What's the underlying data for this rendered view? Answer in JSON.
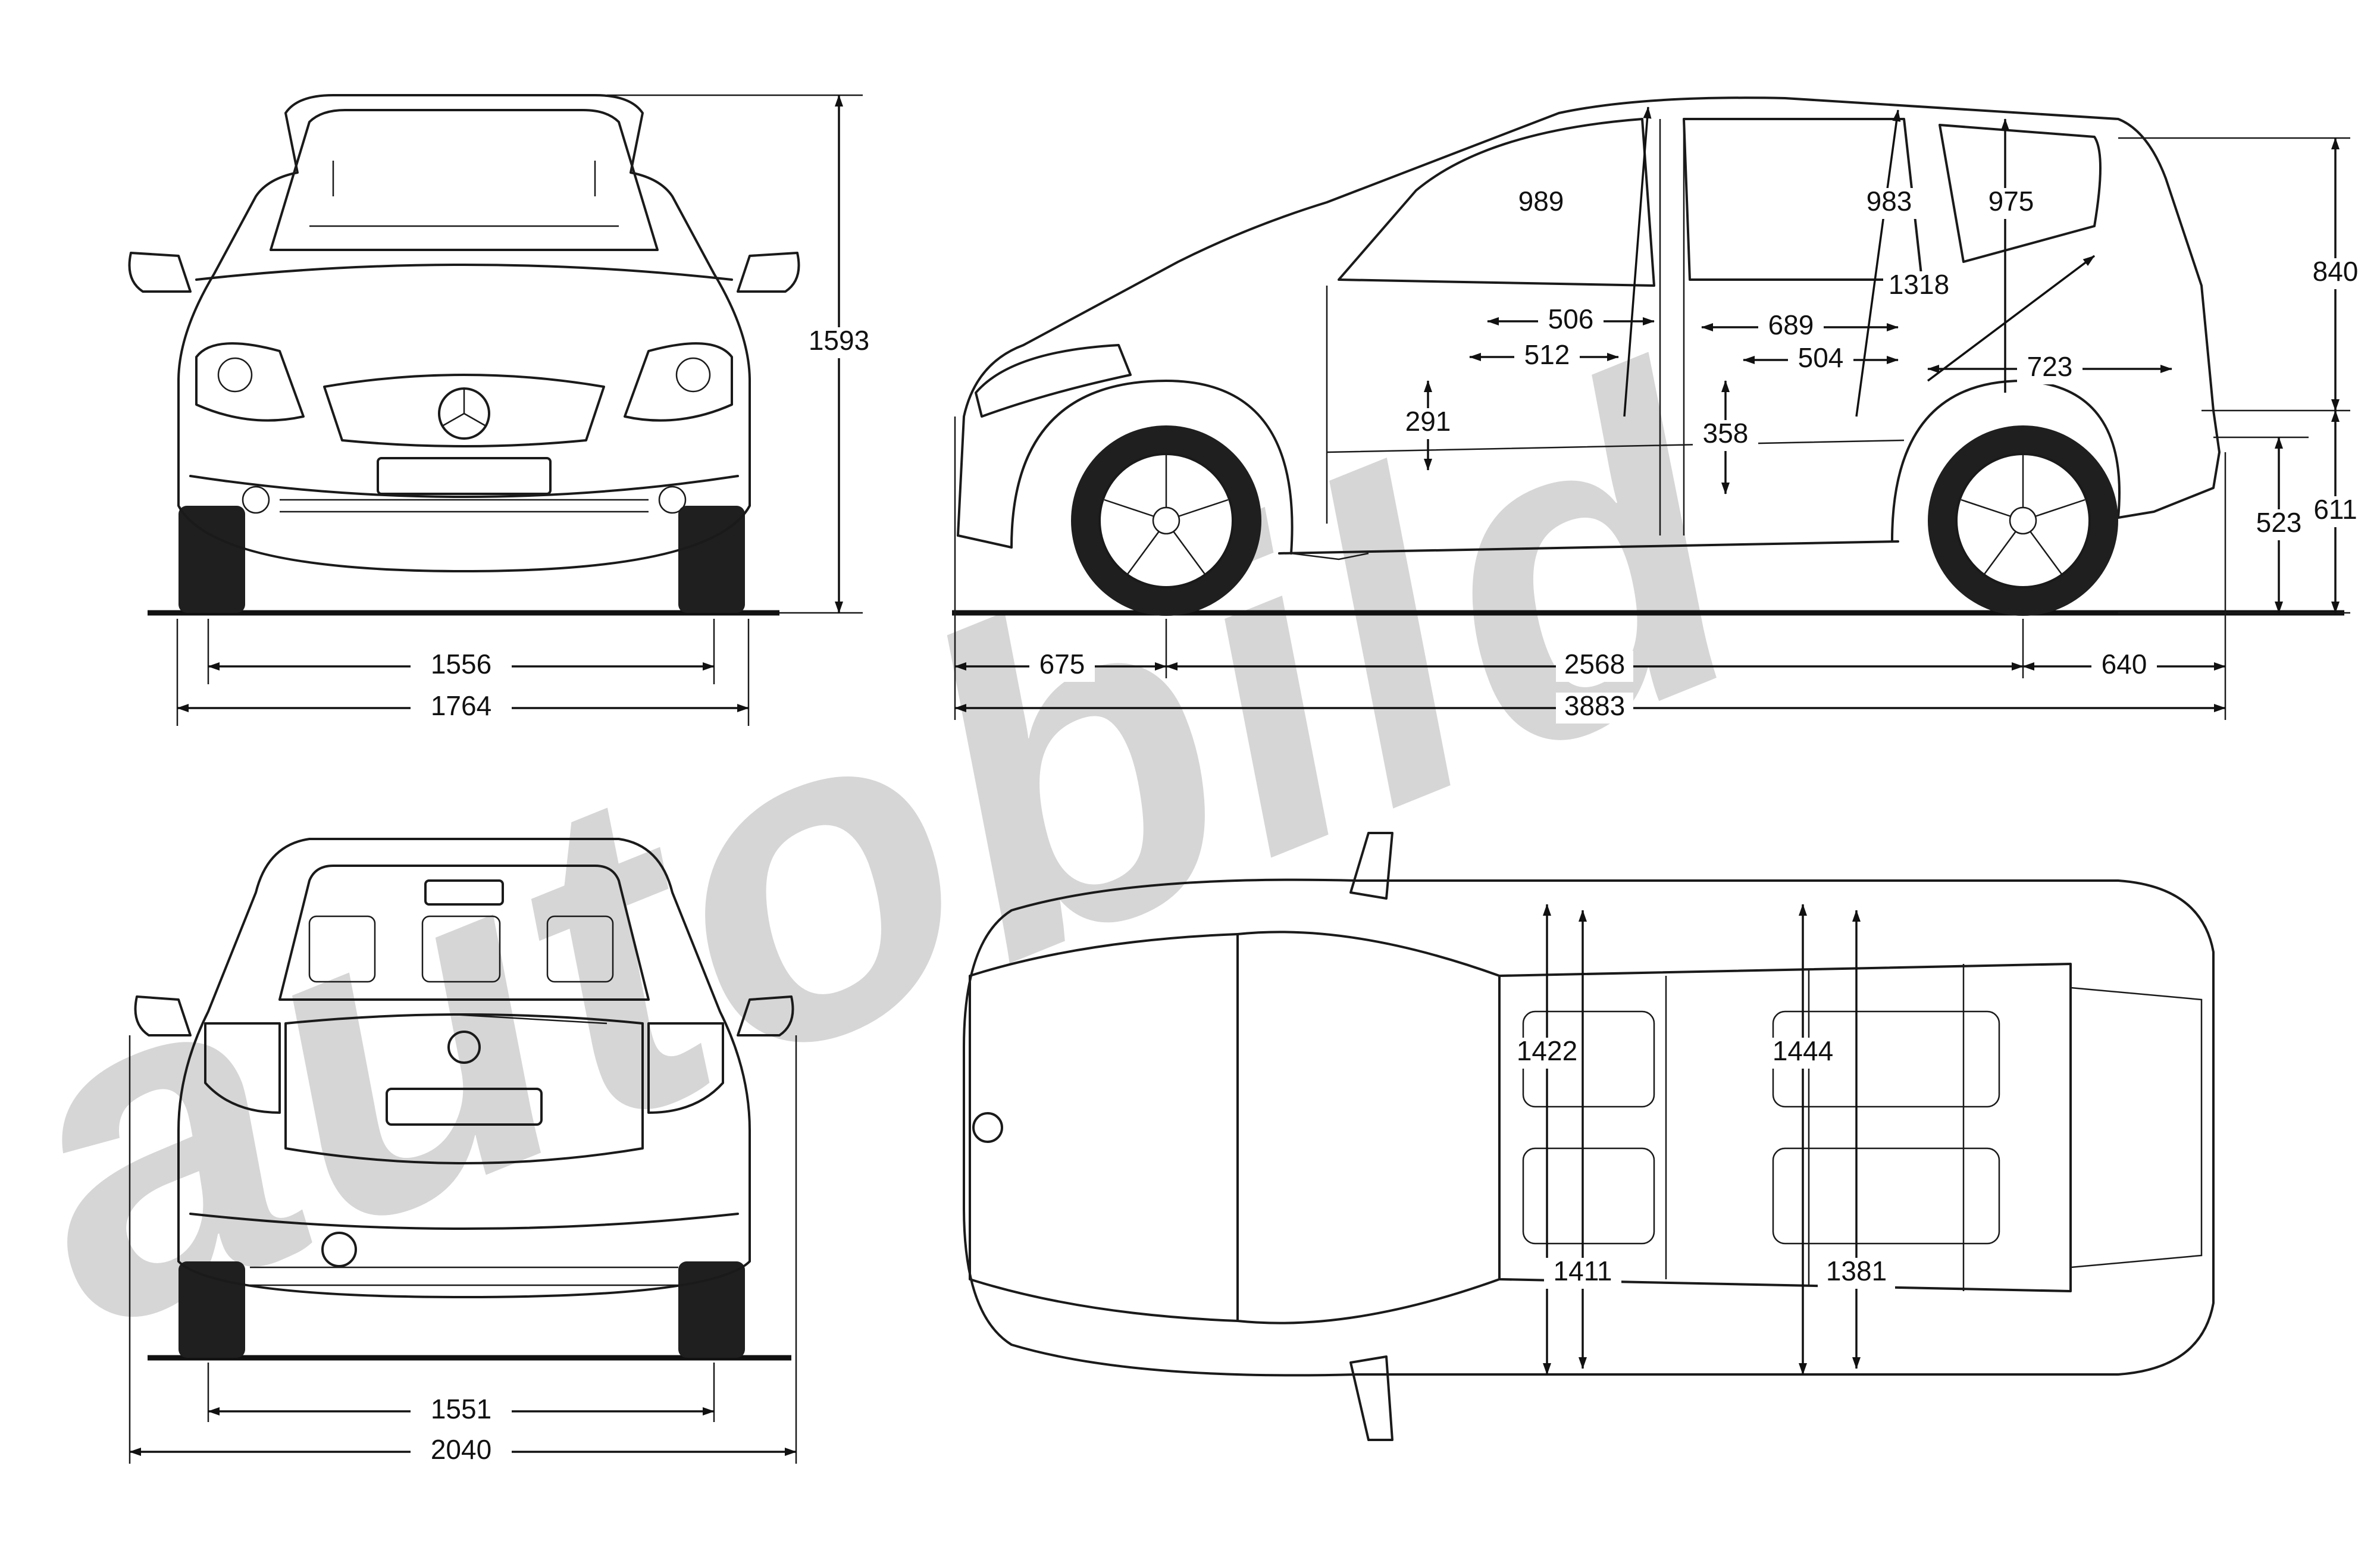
{
  "watermark": {
    "text": "autobild",
    "color": "#cfcfcf"
  },
  "views": {
    "front": {
      "dimensions": {
        "track": "1556",
        "width": "1764",
        "height": "1593"
      }
    },
    "side": {
      "dimensions": {
        "front_overhang": "675",
        "wheelbase": "2568",
        "rear_overhang": "640",
        "length": "3883",
        "rear_headroom_height": "840",
        "rear_load_sill": "611",
        "rear_bumper_height": "523",
        "front_headroom": "989",
        "rear_headroom": "983",
        "cargo_height": "975",
        "cargo_depth_diag": "1318",
        "front_seat_depth": "506",
        "front_seat_cushion": "512",
        "front_seat_height": "291",
        "rear_legroom": "689",
        "rear_seat_cushion": "504",
        "rear_seat_height": "358",
        "cargo_length": "723"
      }
    },
    "rear": {
      "dimensions": {
        "track": "1551",
        "width_mirrors": "2040"
      }
    },
    "top": {
      "dimensions": {
        "front_shoulder": "1422",
        "rear_shoulder": "1444",
        "front_hip": "1411",
        "rear_hip": "1381"
      }
    }
  },
  "colors": {
    "line": "#1a1a1a",
    "background": "#ffffff"
  }
}
